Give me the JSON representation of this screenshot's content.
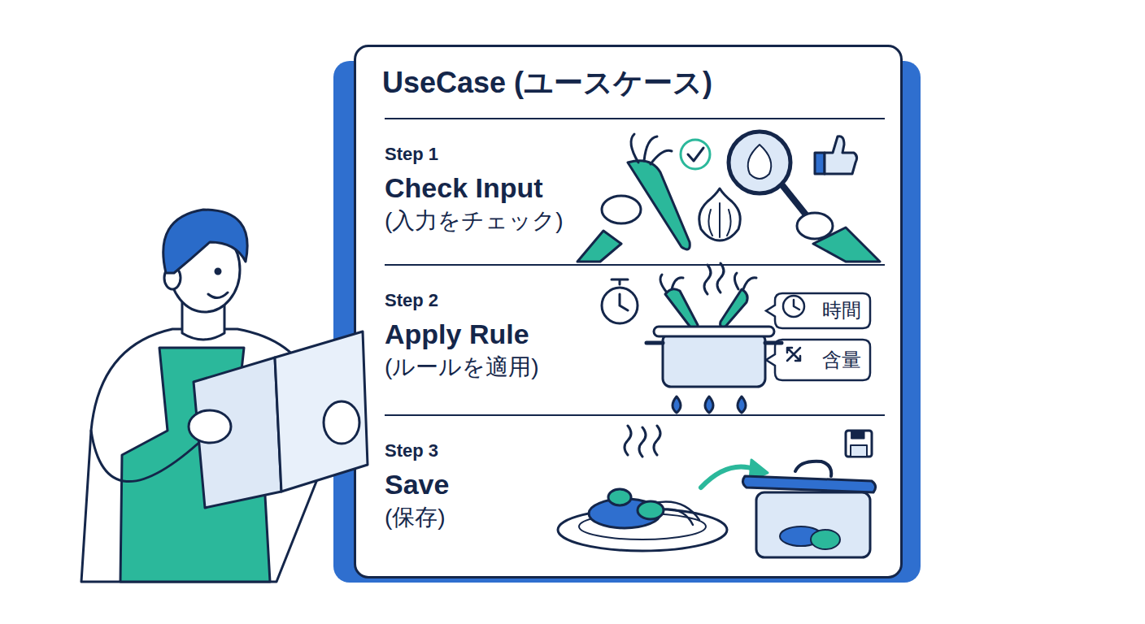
{
  "diagram": {
    "nodes": [
      {
        "text": [
          "UseCase (ユースケース)"
        ]
      },
      {
        "text": [
          "Step 1",
          "Check Input",
          "(入力をチェック)"
        ],
        "in": 0
      },
      {
        "text": [
          "Step 2",
          "Apply Rule",
          "(ルールを適用)"
        ],
        "in": 0
      },
      {
        "text": [
          "Step 3",
          "Save",
          "(保存)"
        ],
        "in": 0
      },
      {
        "text": [
          "時間"
        ],
        "in": 2
      },
      {
        "text": [
          "含量"
        ],
        "in": 2
      }
    ]
  }
}
